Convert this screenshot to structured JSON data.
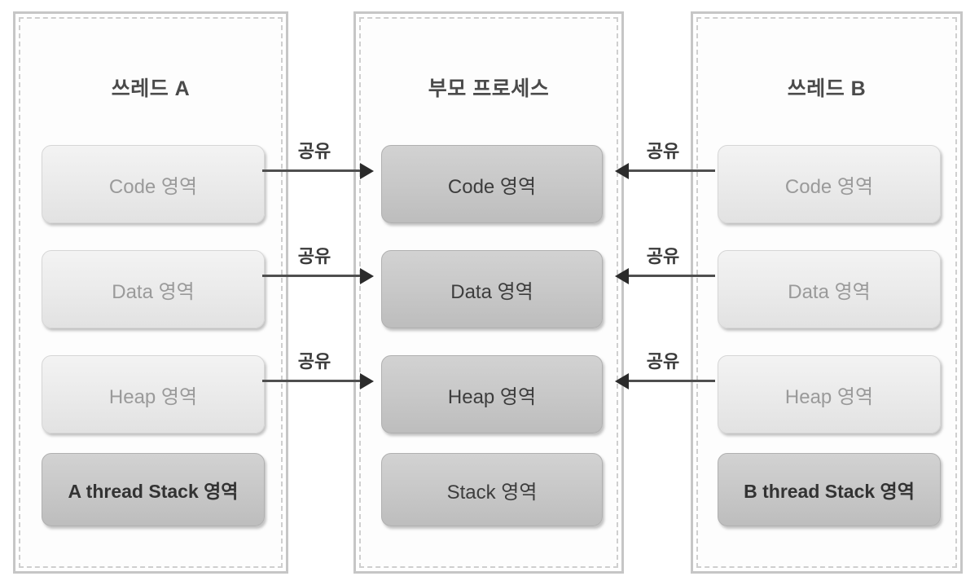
{
  "diagram": {
    "title_hidden": "",
    "panels": [
      {
        "id": "thread-a",
        "title": "쓰레드 A",
        "regions": [
          {
            "label": "Code 영역",
            "tone": "light"
          },
          {
            "label": "Data 영역",
            "tone": "light"
          },
          {
            "label": "Heap 영역",
            "tone": "light"
          },
          {
            "label": "A thread Stack 영역",
            "tone": "mid"
          }
        ]
      },
      {
        "id": "parent-process",
        "title": "부모 프로세스",
        "regions": [
          {
            "label": "Code 영역",
            "tone": "mid"
          },
          {
            "label": "Data 영역",
            "tone": "mid"
          },
          {
            "label": "Heap 영역",
            "tone": "mid"
          },
          {
            "label": "Stack 영역",
            "tone": "mid"
          }
        ]
      },
      {
        "id": "thread-b",
        "title": "쓰레드 B",
        "regions": [
          {
            "label": "Code 영역",
            "tone": "light"
          },
          {
            "label": "Data 영역",
            "tone": "light"
          },
          {
            "label": "Heap 영역",
            "tone": "light"
          },
          {
            "label": "B thread Stack 영역",
            "tone": "mid"
          }
        ]
      }
    ],
    "connectors": [
      {
        "id": "a-code-to-parent",
        "label": "공유",
        "direction": "right"
      },
      {
        "id": "a-data-to-parent",
        "label": "공유",
        "direction": "right"
      },
      {
        "id": "a-heap-to-parent",
        "label": "공유",
        "direction": "right"
      },
      {
        "id": "b-code-to-parent",
        "label": "공유",
        "direction": "left"
      },
      {
        "id": "b-data-to-parent",
        "label": "공유",
        "direction": "left"
      },
      {
        "id": "b-heap-to-parent",
        "label": "공유",
        "direction": "left"
      }
    ],
    "colors": {
      "panel_border": "#c6c6c6",
      "panel_inner_dash": "#cfcfcf",
      "light_region_fill": "#eaeaea",
      "light_region_text": "#9a9a9a",
      "mid_region_fill": "#c7c7c7",
      "mid_region_text": "#3d3d3d",
      "arrow": "#2b2b2b",
      "title_text": "#4a4a4a"
    }
  }
}
